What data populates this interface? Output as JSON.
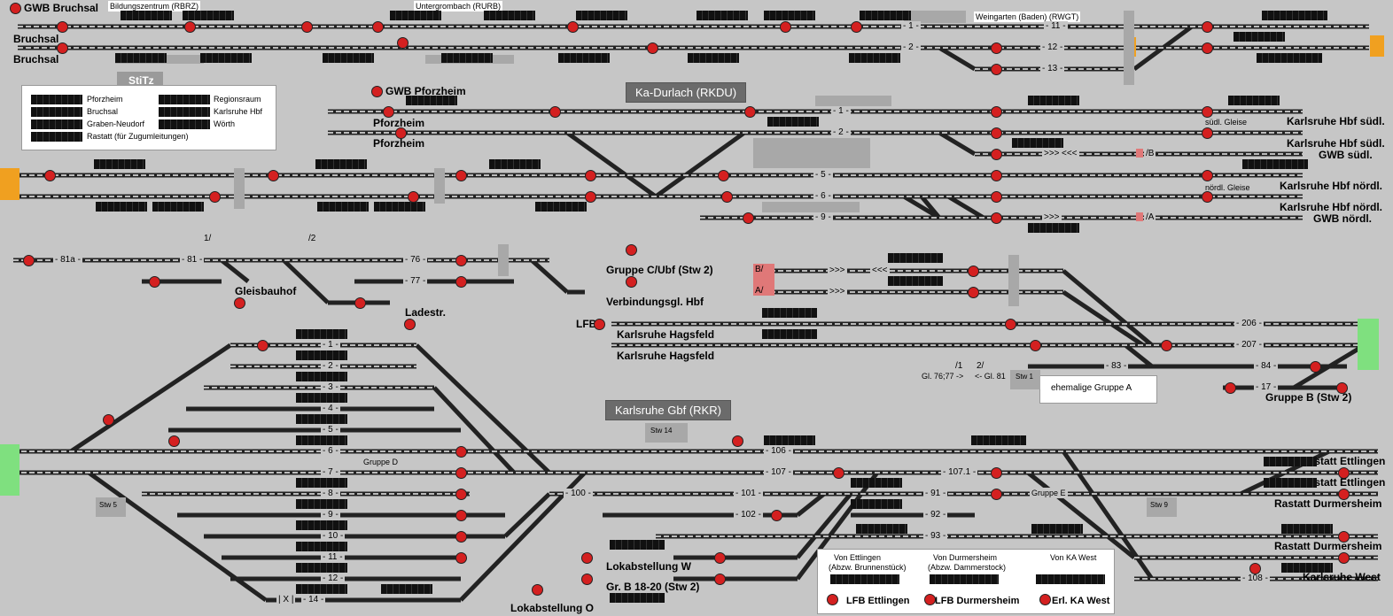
{
  "stations": {
    "gwb_bruchsal": "GWB Bruchsal",
    "bruchsal_1": "Bruchsal",
    "bruchsal_2": "Bruchsal",
    "bildungszentrum": "Bildungszentrum (RBRZ)",
    "untergrombach": "Untergrombach (RURB)",
    "weingarten": "Weingarten (Baden) (RWGT)",
    "gwb_pforzheim": "GWB Pforzheim",
    "pforzheim_1": "Pforzheim",
    "pforzheim_2": "Pforzheim",
    "ka_durlach": "Ka-Durlach (RKDU)",
    "ka_hbf_sued_1": "Karlsruhe Hbf südl.",
    "ka_hbf_sued_2": "Karlsruhe Hbf südl.",
    "gwb_sued": "GWB südl.",
    "ka_hbf_nord_1": "Karlsruhe Hbf nördl.",
    "ka_hbf_nord_2": "Karlsruhe Hbf nördl.",
    "gwb_nord": "GWB nördl.",
    "suedl_gleise": "südl. Gleise",
    "noerdl_gleise": "nördl. Gleise",
    "gleisbauhof": "Gleisbauhof",
    "ladestr": "Ladestr.",
    "gruppe_c": "Gruppe C/Ubf (Stw 2)",
    "verbindungsgl": "Verbindungsgl. Hbf",
    "lfb": "LFB",
    "ka_hagsfeld_1": "Karlsruhe Hagsfeld",
    "ka_hagsfeld_2": "Karlsruhe Hagsfeld",
    "gl_76_77": "Gl. 76;77 ->",
    "gl_81": "<- Gl. 81",
    "ehem_gruppe_a": "ehemalige Gruppe A",
    "gruppe_b": "Gruppe B (Stw 2)",
    "ka_gbf": "Karlsruhe Gbf (RKR)",
    "gruppe_d": "Gruppe D",
    "gruppe_e": "Gruppe E",
    "stw14": "Stw 14",
    "stw5": "Stw 5",
    "stw9": "Stw 9",
    "stw1": "Stw 1",
    "rastatt_ettlingen_1": "Rastatt Ettlingen",
    "rastatt_ettlingen_2": "Rastatt Ettlingen",
    "rastatt_durm_1": "Rastatt Durmersheim",
    "rastatt_durm_2": "Rastatt Durmersheim",
    "ka_west": "Karlsruhe West",
    "lokabst_w": "Lokabstellung W",
    "gr_b": "Gr. B 18-20 (Stw 2)",
    "lokabst_o": "Lokabstellung O"
  },
  "stitz": {
    "title": "StiTz",
    "left": [
      "Pforzheim",
      "Bruchsal",
      "Graben-Neudorf",
      "Rastatt (für Zugumleitungen)"
    ],
    "right": [
      "Regionsraum",
      "Karlsruhe Hbf",
      "Wörth"
    ]
  },
  "bottom_panel": {
    "col1": [
      "Von Ettlingen",
      "(Abzw. Brunnenstück)"
    ],
    "col2": [
      "Von Durmersheim",
      "(Abzw. Dammerstock)"
    ],
    "col3": [
      "Von KA West"
    ],
    "lfb_ettlingen": "LFB Ettlingen",
    "lfb_durmersheim": "LFB Durmersheim",
    "erl_ka_west": "Erl. KA West"
  },
  "track_labels": {
    "t1": "- 1 -",
    "t2": "- 2 -",
    "t11": "- 11 -",
    "t12": "- 12 -",
    "t13": "- 13 -",
    "k1": "- 1 -",
    "k2": "- 2 -",
    "k5": "- 5 -",
    "k6": "- 6 -",
    "k9": "- 9 -",
    "g81a": "- 81a -",
    "g81": "- 81 -",
    "g76": "- 76 -",
    "g77": "- 77 -",
    "g206": "- 206 -",
    "g207": "- 207 -",
    "g83": "- 83 -",
    "g84": "- 84 -",
    "g17": "- 17 -",
    "d1": "- 1 -",
    "d2": "- 2 -",
    "d3": "- 3 -",
    "d4": "- 4 -",
    "d5": "- 5 -",
    "d6": "- 6 -",
    "d7": "- 7 -",
    "d8": "- 8 -",
    "d9": "- 9 -",
    "d10": "- 10 -",
    "d11": "- 11 -",
    "d12": "- 12 -",
    "d14": "- 14 -",
    "g100": "- 100 -",
    "g101": "- 101 -",
    "g102": "- 102 -",
    "g106": "- 106 -",
    "g107": "- 107 -",
    "g1071": "- 107.1 -",
    "g91": "- 91 -",
    "g92": "- 92 -",
    "g93": "- 93 -",
    "g108": "- 108 -",
    "arrows_r": ">>>",
    "arrows_l": "<<<",
    "b": "B/",
    "a": "A/",
    "slash_b": "/B",
    "slash_a": "/A",
    "one": "1/",
    "two": "/2",
    "slash1": "/1",
    "two2": "2/",
    "x": "| X |"
  }
}
